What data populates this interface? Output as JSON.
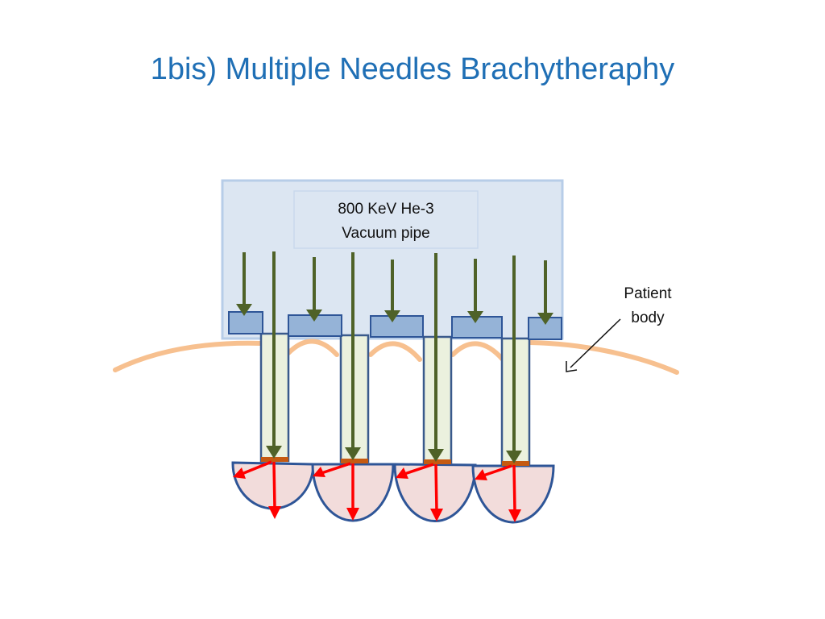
{
  "title": "1bis) Multiple Needles Brachytheraphy",
  "pipe_label": {
    "line1": "800 KeV He-3",
    "line2": "Vacuum pipe"
  },
  "body_label": {
    "line1": "Patient",
    "line2": "body"
  },
  "colors": {
    "title": "#1F6FB5",
    "vacuum_box_fill": "#DCE6F2",
    "vacuum_box_stroke": "#B7CDE8",
    "collimator_fill": "#95B3D7",
    "collimator_stroke": "#2E5597",
    "needle_fill": "#EBF1DE",
    "needle_stroke": "#3A5A8C",
    "beam_arrow": "#4F6228",
    "patient_body": "#F7C08F",
    "dose_region_fill": "#F2DCDB",
    "dose_region_stroke": "#2E5597",
    "target": "#C55A11",
    "scatter_arrow": "#FF0000"
  }
}
